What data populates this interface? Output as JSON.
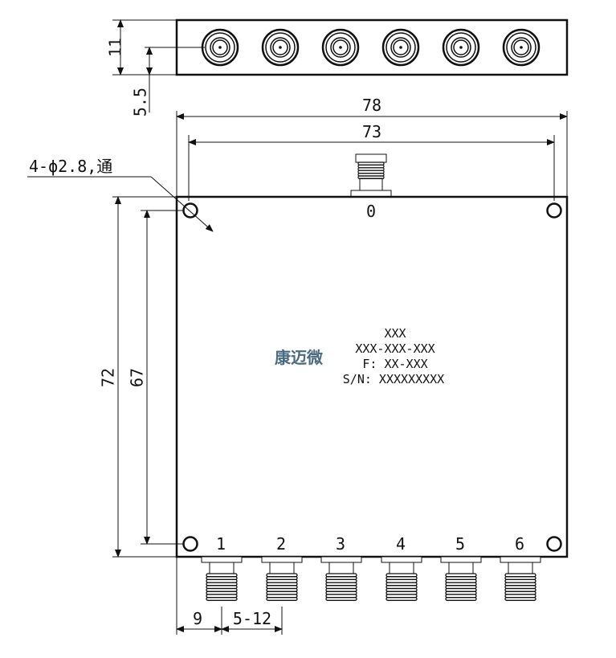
{
  "dimensions": {
    "top_height": "11",
    "top_offset": "5.5",
    "overall_width": "78",
    "hole_span_x": "73",
    "overall_height": "72",
    "hole_span_y": "67",
    "hole_callout": "4-ϕ2.8,通",
    "edge_to_port": "9",
    "port_pitch": "5-12"
  },
  "ports": {
    "input": "0",
    "outputs": [
      "1",
      "2",
      "3",
      "4",
      "5",
      "6"
    ]
  },
  "label": {
    "logo": "康迈微",
    "model": "XXX",
    "part_number": "XXX-XXX-XXX",
    "frequency": "F: XX-XXX",
    "serial": "S/N: XXXXXXXXX"
  }
}
